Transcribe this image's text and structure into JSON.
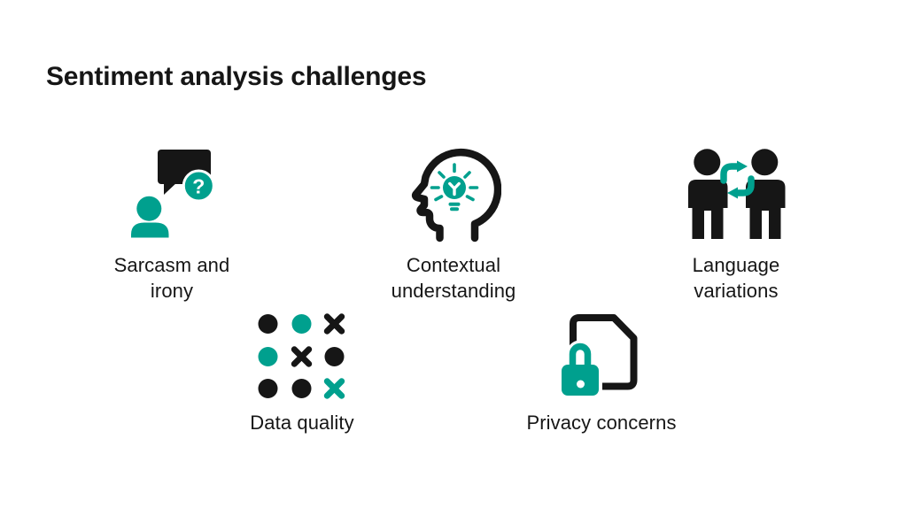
{
  "slide": {
    "title": "Sentiment analysis challenges"
  },
  "colors": {
    "background": "#ffffff",
    "ink": "#161616",
    "teal": "#00a08e"
  },
  "items": [
    {
      "id": "sarcasm-irony",
      "label": "Sarcasm and\nirony",
      "icon": "person-speech-question-icon"
    },
    {
      "id": "contextual-understanding",
      "label": "Contextual\nunderstanding",
      "icon": "head-lightbulb-icon"
    },
    {
      "id": "language-variations",
      "label": "Language\nvariations",
      "icon": "people-exchange-icon"
    },
    {
      "id": "data-quality",
      "label": "Data quality",
      "icon": "data-grid-icon"
    },
    {
      "id": "privacy-concerns",
      "label": "Privacy concerns",
      "icon": "document-lock-icon"
    }
  ],
  "glyphs": {
    "question_mark": "?"
  }
}
